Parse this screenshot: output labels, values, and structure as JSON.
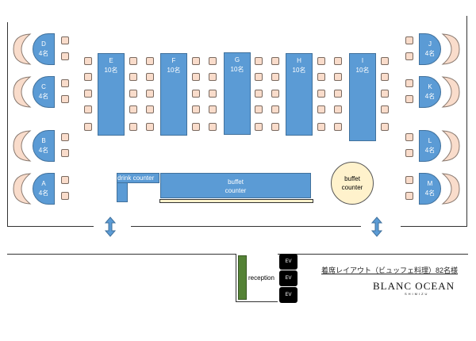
{
  "left_booths": [
    {
      "id": "D",
      "seats": "4名"
    },
    {
      "id": "C",
      "seats": "4名"
    },
    {
      "id": "B",
      "seats": "4名"
    },
    {
      "id": "A",
      "seats": "4名"
    }
  ],
  "right_booths": [
    {
      "id": "J",
      "seats": "4名"
    },
    {
      "id": "K",
      "seats": "4名"
    },
    {
      "id": "L",
      "seats": "4名"
    },
    {
      "id": "M",
      "seats": "4名"
    }
  ],
  "long_tables": [
    {
      "id": "E",
      "seats": "10名"
    },
    {
      "id": "F",
      "seats": "10名"
    },
    {
      "id": "G",
      "seats": "10名"
    },
    {
      "id": "H",
      "seats": "10名"
    },
    {
      "id": "I",
      "seats": "10名"
    }
  ],
  "drink_counter": "drink counter",
  "buffet_counter": {
    "line1": "buffet",
    "line2": "counter"
  },
  "buffet_round": {
    "line1": "buffet",
    "line2": "counter"
  },
  "reception": "reception",
  "elevators": [
    "EV",
    "EV",
    "EV"
  ],
  "title": "着席レイアウト（ビュッフェ料理）82名様",
  "logo": {
    "name": "BLANC OCEAN",
    "sub": "SHIMIZU"
  },
  "colors": {
    "table": "#5b9bd5",
    "chair": "#f9dccb",
    "reception": "#548235",
    "round": "#fff2cc"
  }
}
